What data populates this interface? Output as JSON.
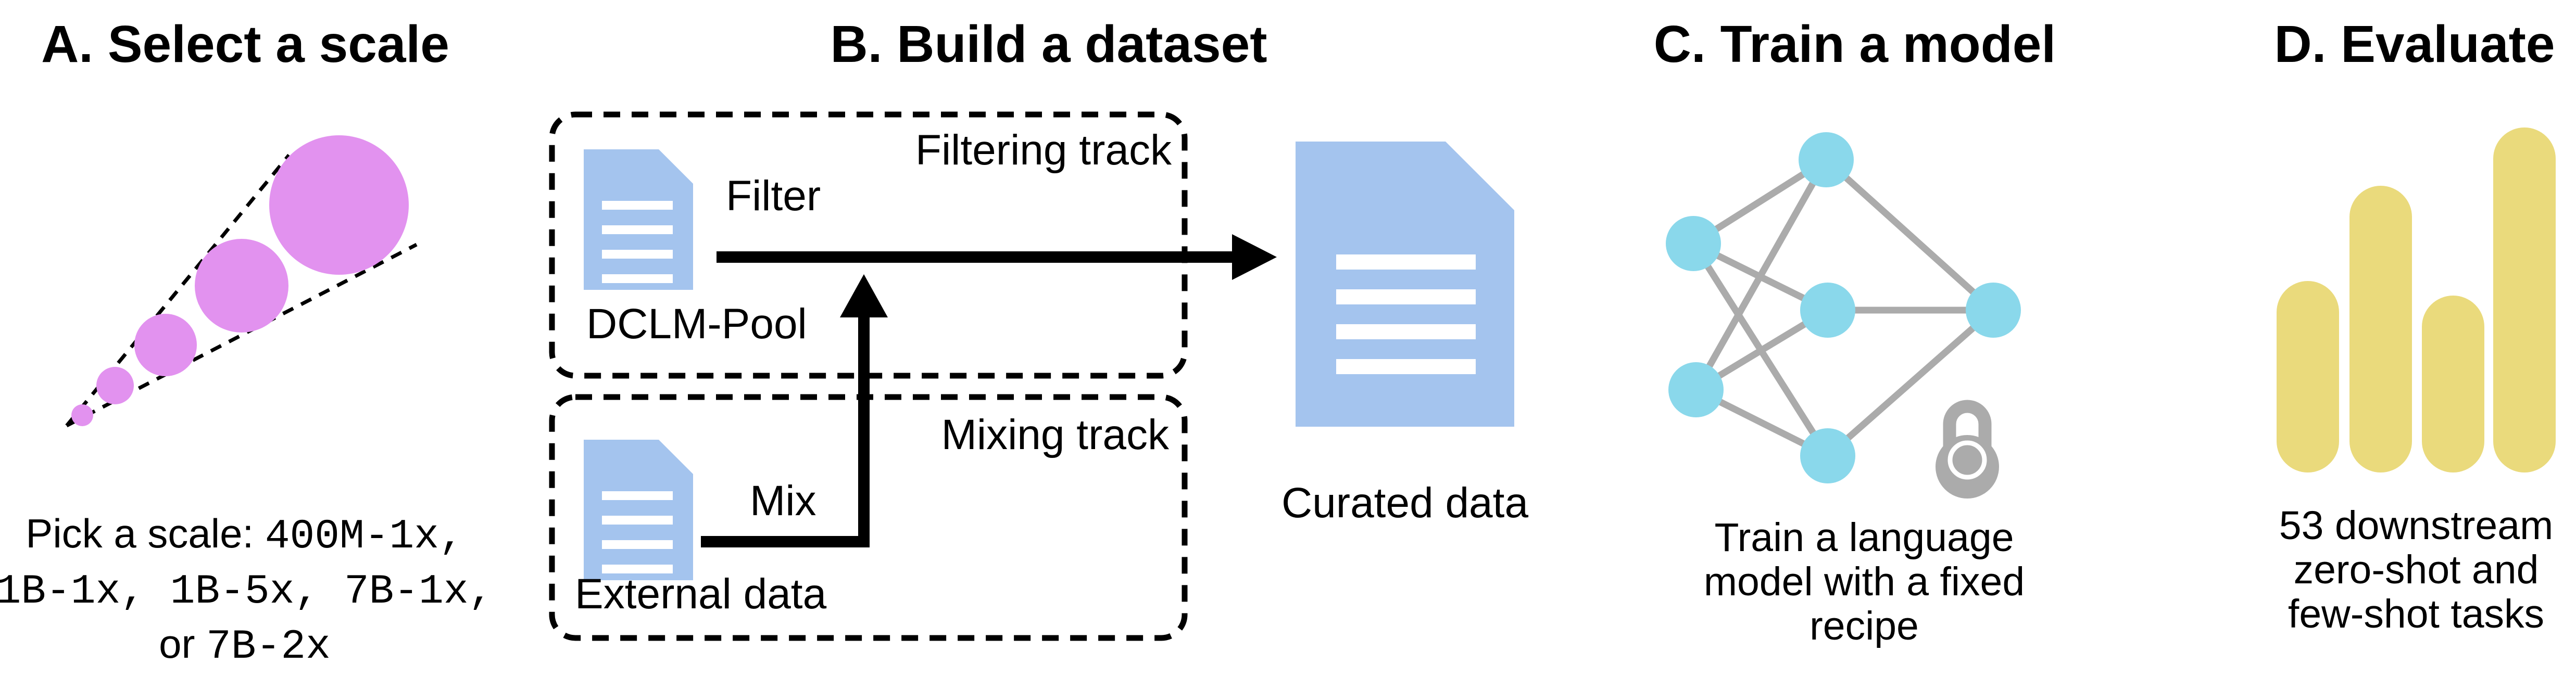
{
  "colors": {
    "purple": "#E292EF",
    "blue": "#A4C4EE",
    "cyan": "#8AD8EB",
    "yellow": "#EADA7C",
    "gray": "#ABABAB",
    "black": "#000000"
  },
  "panel_a": {
    "title": "A. Select a scale",
    "caption_sans_1": "Pick a scale: ",
    "caption_mono_1": "400M-1x,",
    "caption_mono_2": "1B-1x, 1B-5x, 7B-1x,",
    "caption_sans_3": "or ",
    "caption_mono_3": "7B-2x"
  },
  "panel_b": {
    "title": "B. Build a dataset",
    "filtering_track": "Filtering track",
    "mixing_track": "Mixing track",
    "dclm_pool": "DCLM-Pool",
    "filter": "Filter",
    "mix": "Mix",
    "external_data": "External data",
    "curated_data": "Curated data"
  },
  "panel_c": {
    "title": "C. Train a model",
    "caption_lines": [
      "Train a language",
      "model with a fixed",
      "recipe"
    ]
  },
  "panel_d": {
    "title": "D. Evaluate",
    "caption_lines": [
      "53 downstream",
      "zero-shot and",
      "few-shot tasks"
    ]
  }
}
